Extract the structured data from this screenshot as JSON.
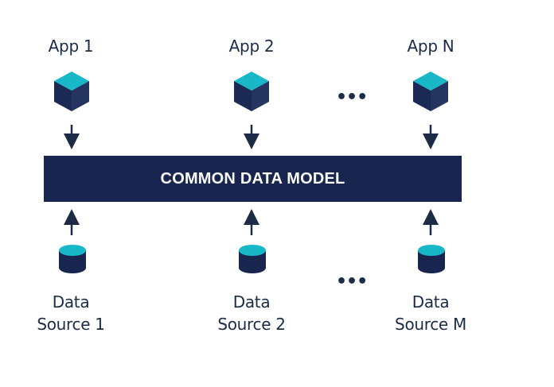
{
  "apps": [
    {
      "label": "App 1"
    },
    {
      "label": "App 2"
    },
    {
      "label": "App N"
    }
  ],
  "model": {
    "title": "COMMON DATA MODEL"
  },
  "sources": [
    {
      "line1": "Data",
      "line2": "Source 1"
    },
    {
      "line1": "Data",
      "line2": "Source 2"
    },
    {
      "line1": "Data",
      "line2": "Source M"
    }
  ],
  "ellipsis": "•••",
  "colors": {
    "navy": "#17254f",
    "teal": "#19b8c9",
    "cube_side": "#1b2a55"
  }
}
